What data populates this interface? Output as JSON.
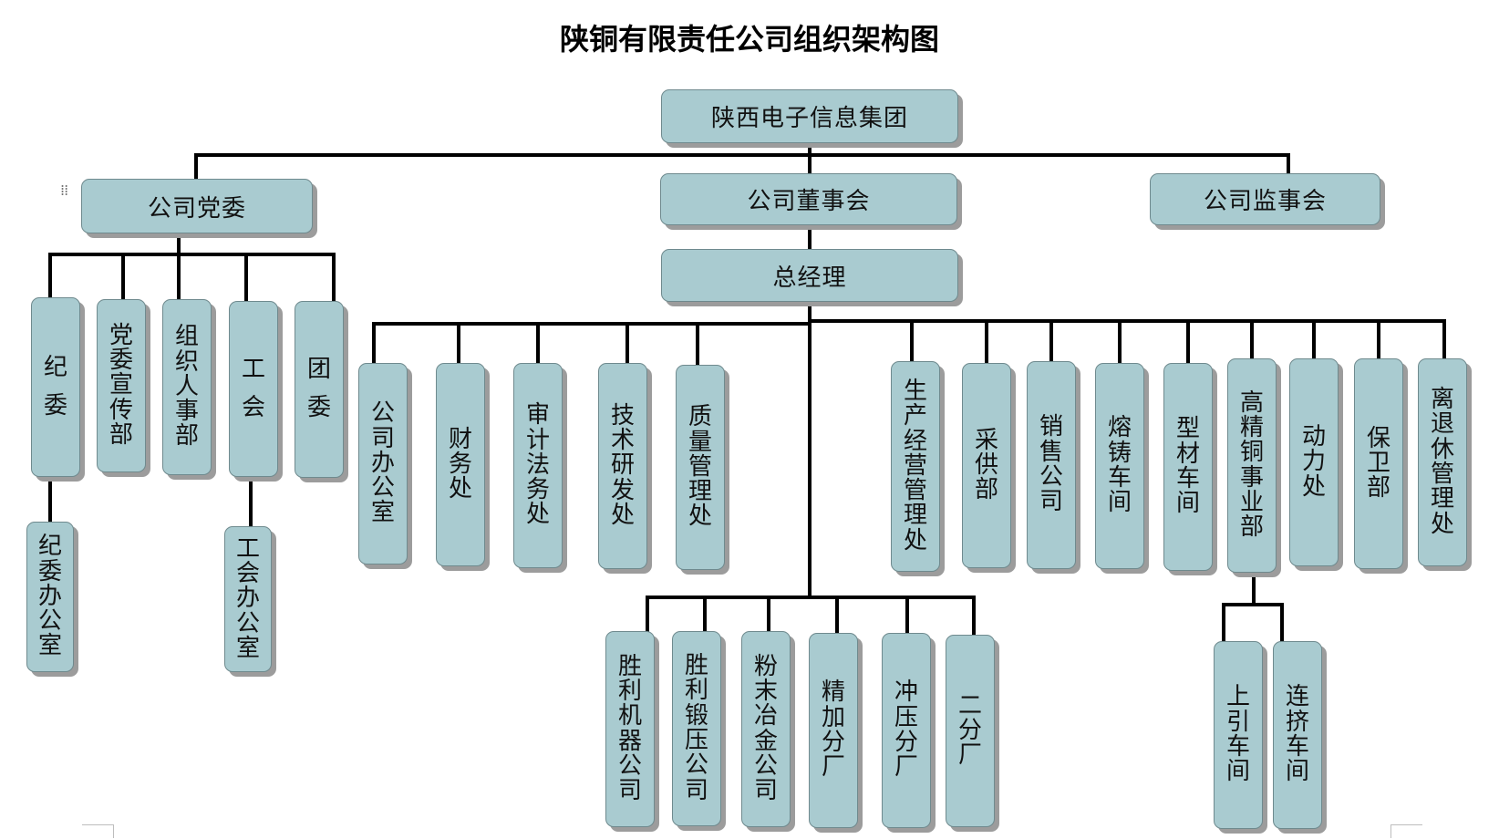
{
  "title": "陕铜有限责任公司组织架构图",
  "colors": {
    "node_fill": "#a9cbd0",
    "node_border": "#6f8a8e",
    "node_shadow": "#9c9c9c",
    "connector": "#000000"
  },
  "icons": {
    "drag_handle": "drag-handle-icon"
  },
  "nodes": {
    "group": "陕西电子信息集团",
    "party_committee": "公司党委",
    "board": "公司董事会",
    "supervisory_board": "公司监事会",
    "general_manager": "总经理",
    "discipline_committee": "纪委",
    "propaganda_dept": "党委宣传部",
    "personnel_dept": "组织人事部",
    "labor_union": "工会",
    "youth_league": "团委",
    "discipline_office": "纪委办公室",
    "union_office": "工会办公室",
    "company_office": "公司办公室",
    "finance": "财务处",
    "audit_legal": "审计法务处",
    "tech_rd": "技术研发处",
    "quality_mgmt": "质量管理处",
    "production_mgmt": "生产经营管理处",
    "procurement": "采供部",
    "sales_company": "销售公司",
    "casting_workshop": "熔铸车间",
    "profile_workshop": "型材车间",
    "high_precision_copper": "高精铜事业部",
    "power": "动力处",
    "security": "保卫部",
    "retiree_mgmt": "离退休管理处",
    "shengli_machinery": "胜利机器公司",
    "shengli_forging": "胜利锻压公司",
    "powder_metallurgy": "粉末冶金公司",
    "precision_branch": "精加分厂",
    "stamping_branch": "冲压分厂",
    "second_branch": "二分厂",
    "upcast_workshop": "上引车间",
    "extrusion_workshop": "连挤车间"
  }
}
